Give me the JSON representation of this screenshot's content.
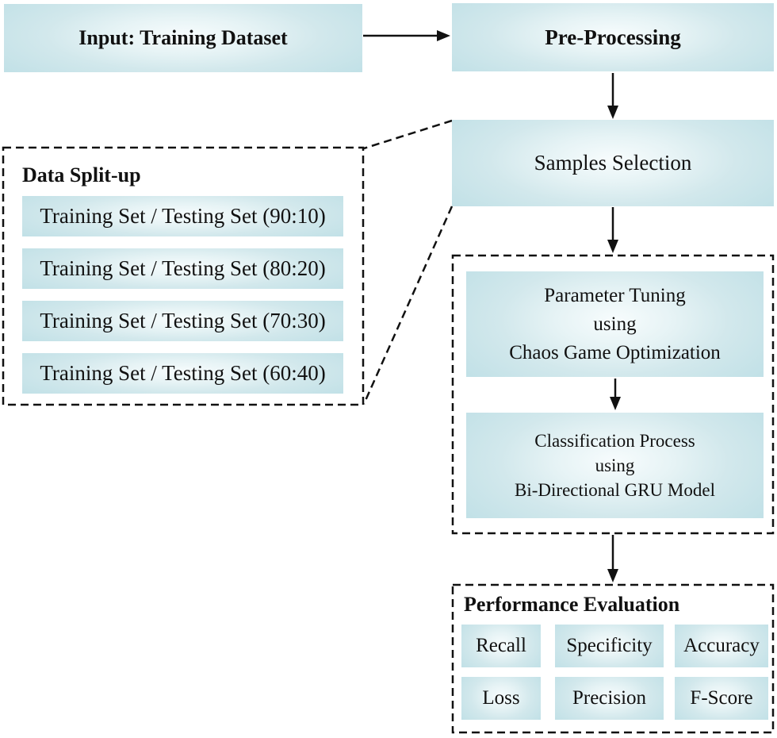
{
  "colors": {
    "box_fill_edge": "#c2e1e7",
    "box_fill_center": "#f7fcfd",
    "line": "#111111",
    "text": "#111111",
    "background": "#ffffff"
  },
  "nodes": {
    "input": {
      "label": "Input: Training Dataset"
    },
    "preprocessing": {
      "label": "Pre-Processing"
    },
    "samples_selection": {
      "label": "Samples Selection"
    },
    "data_splitup": {
      "title": "Data Split-up",
      "items": [
        "Training Set / Testing Set (90:10)",
        "Training Set / Testing Set (80:20)",
        "Training Set / Testing Set (70:30)",
        "Training Set / Testing Set (60:40)"
      ]
    },
    "parameter_tuning": {
      "lines": [
        "Parameter Tuning",
        "using",
        "Chaos Game Optimization"
      ]
    },
    "classification": {
      "lines": [
        "Classification Process",
        "using",
        "Bi-Directional GRU Model"
      ]
    },
    "performance": {
      "title": "Performance Evaluation",
      "metrics": [
        "Recall",
        "Specificity",
        "Accuracy",
        "Loss",
        "Precision",
        "F-Score"
      ]
    }
  }
}
